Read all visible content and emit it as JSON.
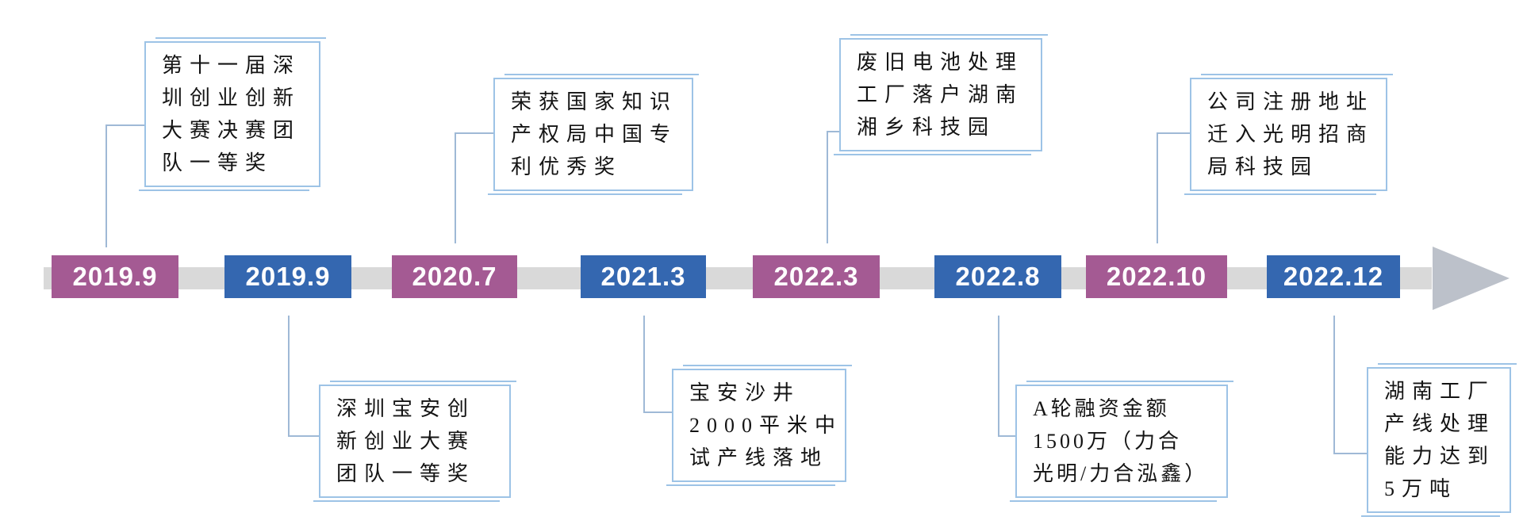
{
  "theme": {
    "purple": "#a45a93",
    "blue": "#3467b0",
    "bar_gray": "#d9d9d9",
    "arrow_gray": "#bcc1ca",
    "callout_border_blue": "#9dc3e6",
    "connector_blue": "#9fb9d6",
    "text_ink": "#141414",
    "date_text": "#ffffff"
  },
  "timeline": {
    "arrow_icon": "right-arrowhead",
    "direction": "left-to-right"
  },
  "events": [
    {
      "date": "2019.9",
      "color": "purple",
      "callout_position": "above",
      "lines": [
        "第十一届深",
        "圳创业创新",
        "大赛决赛团",
        "队一等奖"
      ]
    },
    {
      "date": "2019.9",
      "color": "blue",
      "callout_position": "below",
      "lines": [
        "深圳宝安创",
        "新创业大赛",
        "团队一等奖"
      ]
    },
    {
      "date": "2020.7",
      "color": "purple",
      "callout_position": "above",
      "lines": [
        "荣获国家知识",
        "产权局中国专",
        "利优秀奖"
      ]
    },
    {
      "date": "2021.3",
      "color": "blue",
      "callout_position": "below",
      "lines": [
        "宝安沙井",
        "2000平米中",
        "试产线落地"
      ]
    },
    {
      "date": "2022.3",
      "color": "purple",
      "callout_position": "above",
      "lines": [
        "废旧电池处理",
        "工厂落户湖南",
        "湘乡科技园"
      ]
    },
    {
      "date": "2022.8",
      "color": "blue",
      "callout_position": "below",
      "lines": [
        "A轮融资金额",
        "1500万（力合",
        "光明/力合泓鑫）"
      ]
    },
    {
      "date": "2022.10",
      "color": "purple",
      "callout_position": "above",
      "lines": [
        "公司注册地址",
        "迁入光明招商",
        "局科技园"
      ]
    },
    {
      "date": "2022.12",
      "color": "blue",
      "callout_position": "below",
      "lines": [
        "湖南工厂",
        "产线处理",
        "能力达到",
        "5万吨"
      ]
    }
  ]
}
